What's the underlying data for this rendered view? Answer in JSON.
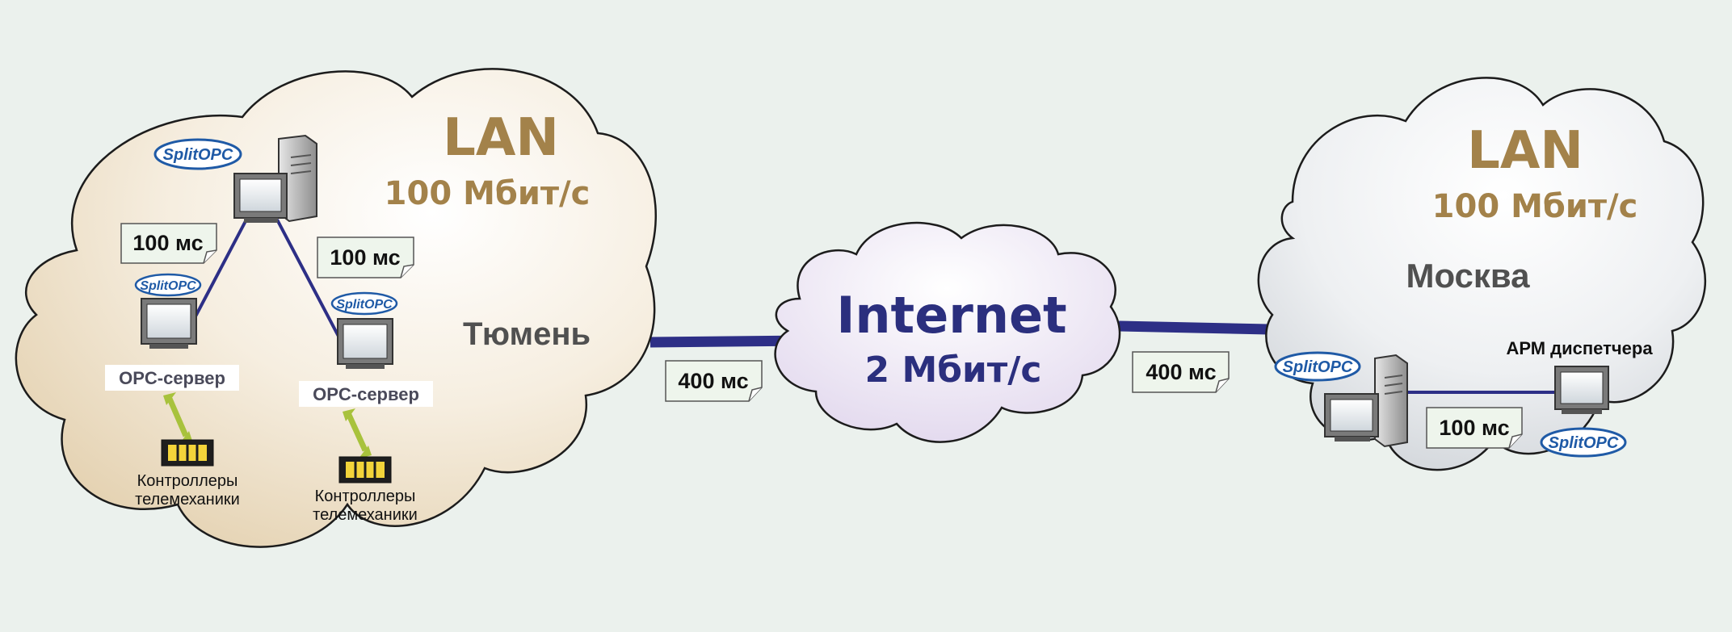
{
  "tyumen": {
    "lan": "LAN",
    "speed": "100 Мбит/с",
    "city": "Тюмень",
    "opc_server": "OPC-сервер",
    "controllers_line1": "Контроллеры",
    "controllers_line2": "телемеханики",
    "latency": "100 мс"
  },
  "internet": {
    "title": "Internet",
    "speed": "2 Мбит/с",
    "latency_left": "400 мс",
    "latency_right": "400 мс"
  },
  "moscow": {
    "lan": "LAN",
    "speed": "100 Мбит/с",
    "city": "Москва",
    "workstation": "АРМ диспетчера",
    "latency": "100 мс"
  },
  "logo": "SplitOPC",
  "colors": {
    "background": "#ebf1ed",
    "link": "#2d2f86",
    "lan_text": "#a3824a",
    "internet_text": "#2b2f7e",
    "logo_text": "#1f5aa6"
  }
}
